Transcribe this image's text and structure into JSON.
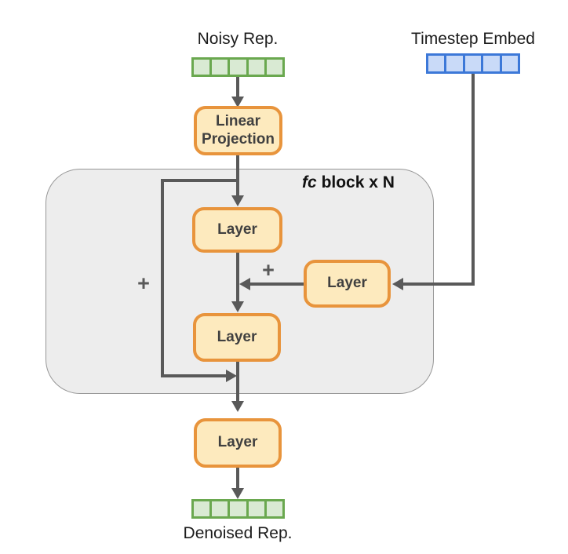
{
  "diagram": {
    "inputs": {
      "noisy_rep_label": "Noisy Rep.",
      "timestep_embed_label": "Timestep Embed"
    },
    "output": {
      "denoised_rep_label": "Denoised Rep."
    },
    "nodes": {
      "linear_projection": "Linear Projection",
      "layer_top": "Layer",
      "layer_right": "Layer",
      "layer_middle": "Layer",
      "layer_bottom": "Layer"
    },
    "fc_block": {
      "italic_part": "fc",
      "rest_part": " block x N"
    },
    "operators": {
      "plus_left": "+",
      "plus_mid": "+"
    },
    "bars": {
      "noisy": {
        "cells": 5,
        "border": "#6aa84f",
        "fill": "#d9ead3"
      },
      "timestep": {
        "cells": 5,
        "border": "#3c78d8",
        "fill": "#c9daf8"
      },
      "denoised": {
        "cells": 5,
        "border": "#6aa84f",
        "fill": "#d9ead3"
      }
    },
    "colors": {
      "box_border": "#e8943c",
      "box_fill": "#fdeabe",
      "block_fill": "#ededed",
      "block_border": "#979797",
      "arrow": "#595959",
      "label_text": "#1c1c1c",
      "box_text": "#404040"
    }
  }
}
